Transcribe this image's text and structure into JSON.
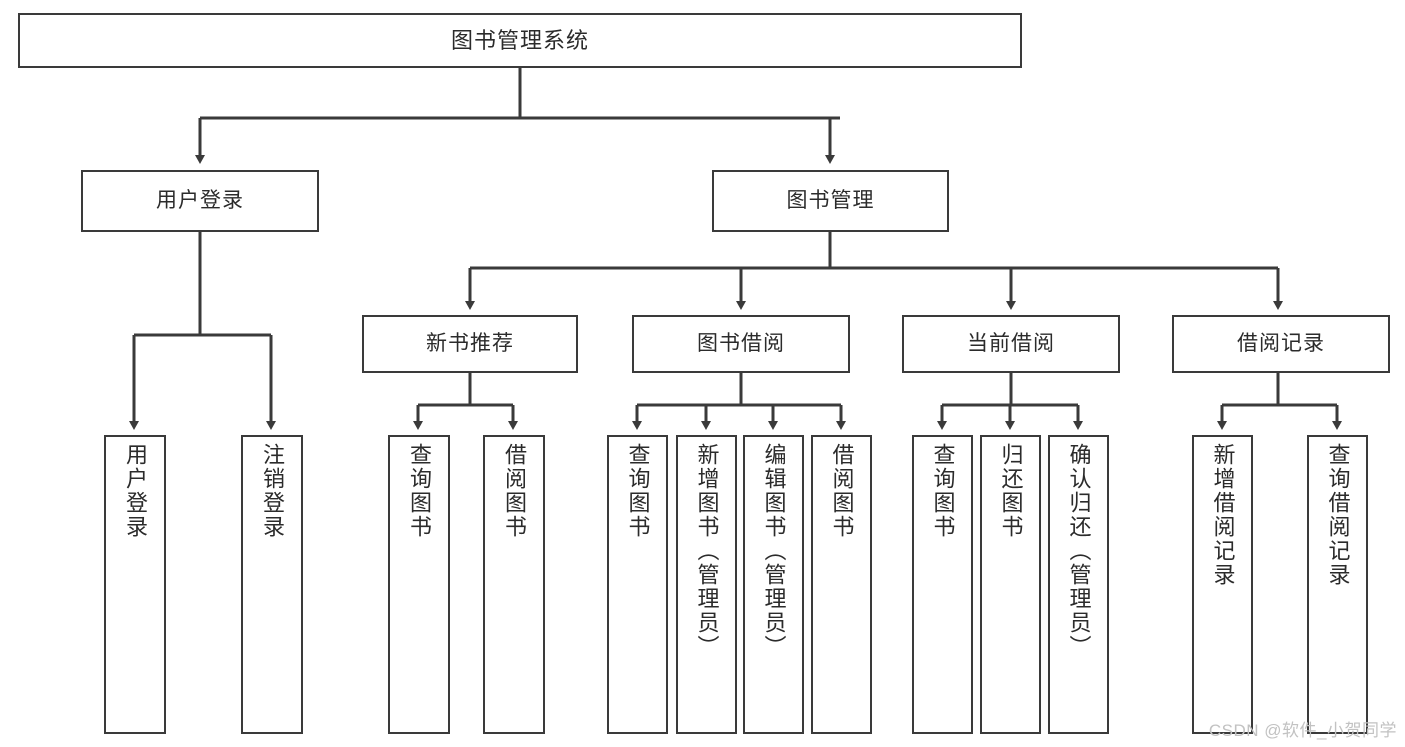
{
  "diagram": {
    "type": "tree",
    "title": "图书管理系统",
    "watermark": "CSDN @软件_小贺同学",
    "colors": {
      "box_border": "#3a3a3a",
      "box_fill": "#ffffff",
      "connector": "#3a3a3a",
      "text": "#2b2b2b",
      "watermark": "#c2c2c2"
    },
    "root": {
      "id": "root",
      "label": "图书管理系统"
    },
    "level2": [
      {
        "id": "user-login",
        "label": "用户登录"
      },
      {
        "id": "book-manage",
        "label": "图书管理"
      }
    ],
    "level3": [
      {
        "id": "new-book-recommend",
        "label": "新书推荐",
        "parent": "book-manage"
      },
      {
        "id": "book-borrow",
        "label": "图书借阅",
        "parent": "book-manage"
      },
      {
        "id": "current-borrow",
        "label": "当前借阅",
        "parent": "book-manage"
      },
      {
        "id": "borrow-record",
        "label": "借阅记录",
        "parent": "book-manage"
      }
    ],
    "leaves": [
      {
        "id": "leaf-user-login",
        "label": "用户登录",
        "parent": "user-login"
      },
      {
        "id": "leaf-user-logout",
        "label": "注销登录",
        "parent": "user-login"
      },
      {
        "id": "leaf-query-book-1",
        "label": "查询图书",
        "parent": "new-book-recommend"
      },
      {
        "id": "leaf-borrow-book-1",
        "label": "借阅图书",
        "parent": "new-book-recommend"
      },
      {
        "id": "leaf-query-book-2",
        "label": "查询图书",
        "parent": "book-borrow"
      },
      {
        "id": "leaf-add-book",
        "label": "新增图书（管理员）",
        "parent": "book-borrow"
      },
      {
        "id": "leaf-edit-book",
        "label": "编辑图书（管理员）",
        "parent": "book-borrow"
      },
      {
        "id": "leaf-borrow-book-2",
        "label": "借阅图书",
        "parent": "book-borrow"
      },
      {
        "id": "leaf-query-book-3",
        "label": "查询图书",
        "parent": "current-borrow"
      },
      {
        "id": "leaf-return-book",
        "label": "归还图书",
        "parent": "current-borrow"
      },
      {
        "id": "leaf-confirm-return",
        "label": "确认归还（管理员）",
        "parent": "current-borrow"
      },
      {
        "id": "leaf-add-record",
        "label": "新增借阅记录",
        "parent": "borrow-record"
      },
      {
        "id": "leaf-query-record",
        "label": "查询借阅记录",
        "parent": "borrow-record"
      }
    ]
  }
}
